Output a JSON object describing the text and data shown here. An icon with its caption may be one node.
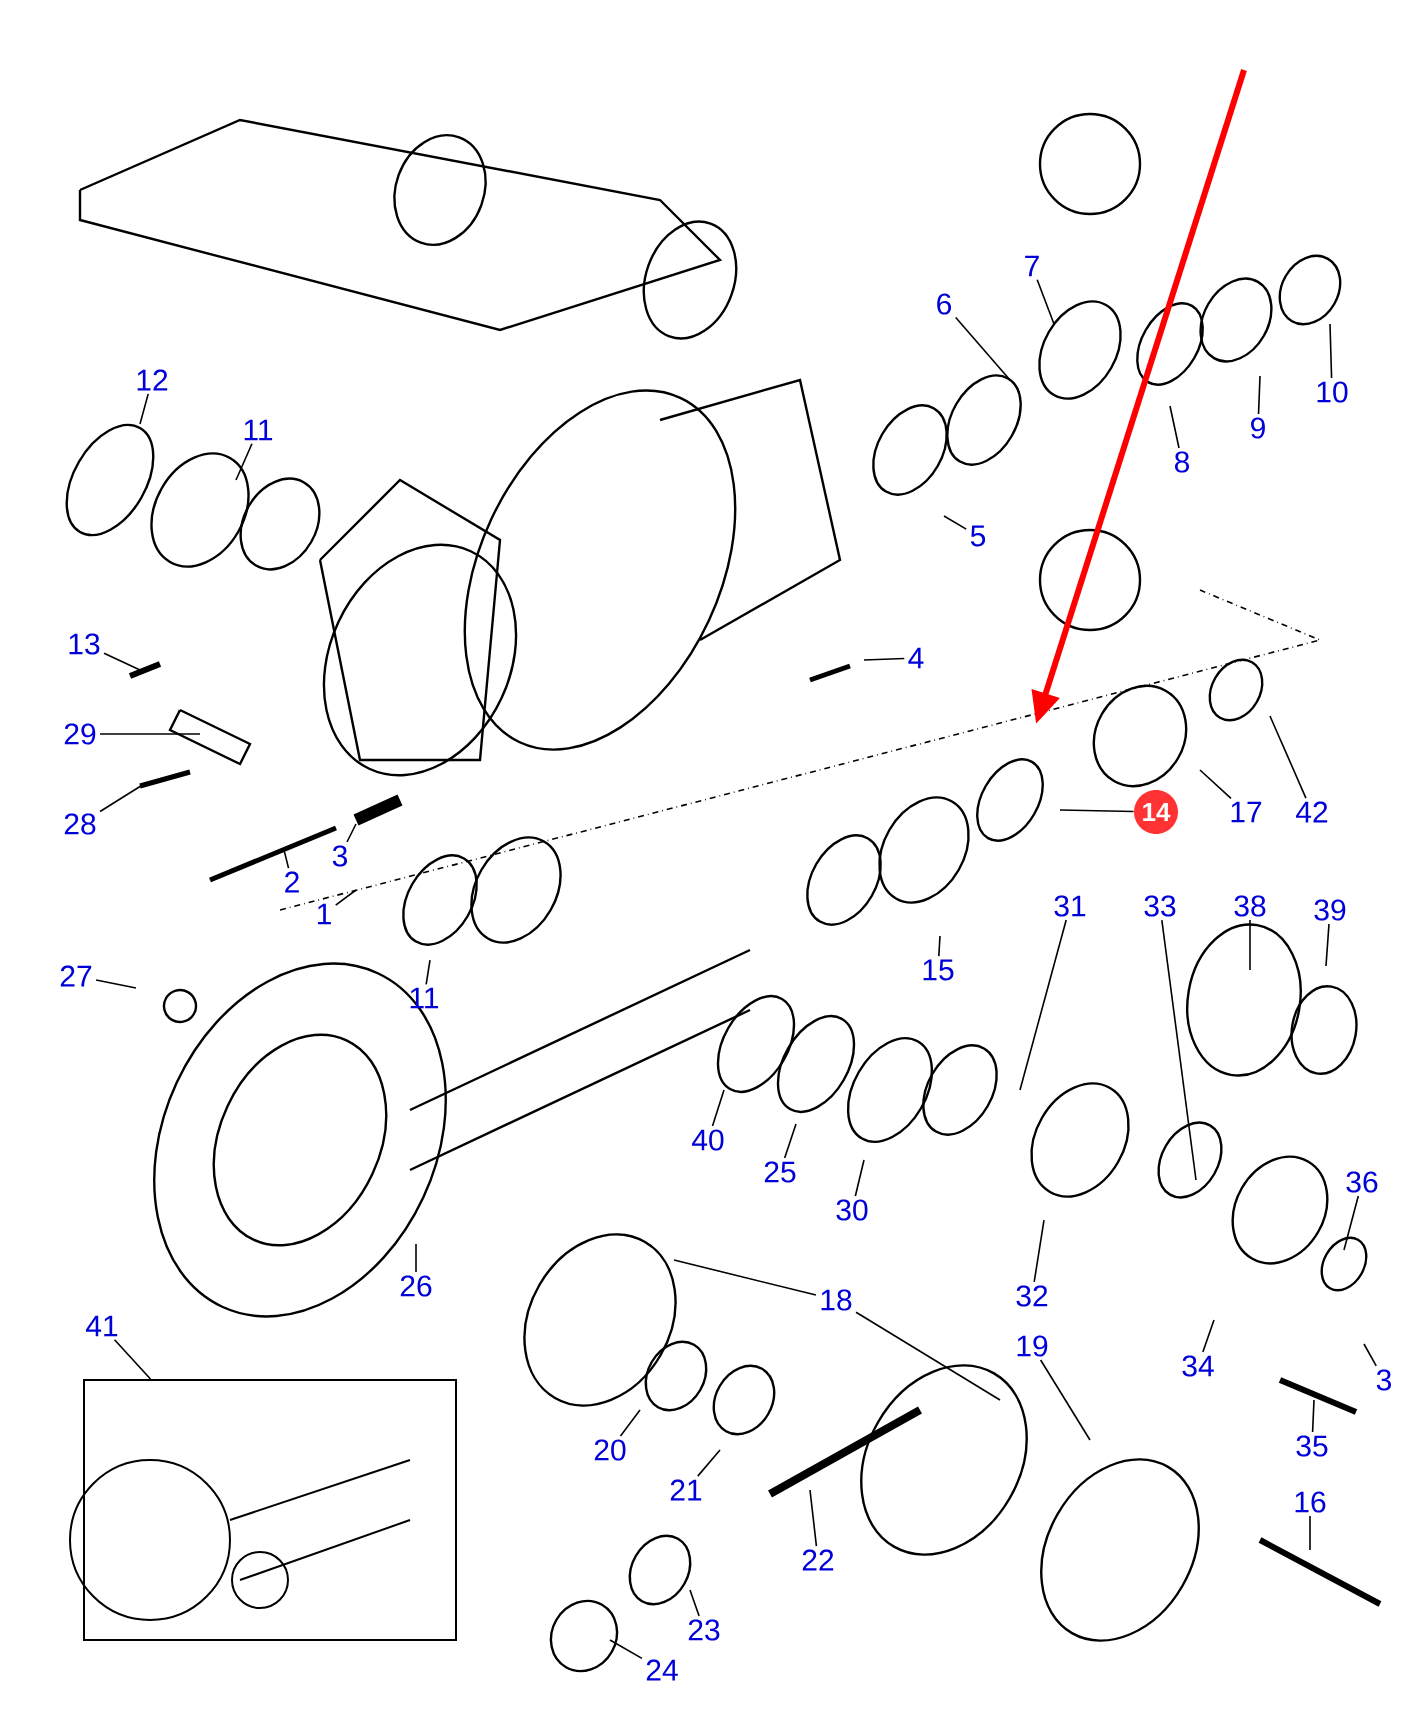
{
  "diagram": {
    "nodes": [
      {
        "text": [
          "12"
        ]
      },
      {
        "text": [
          "11"
        ]
      },
      {
        "text": [
          "13"
        ]
      },
      {
        "text": [
          "29"
        ]
      },
      {
        "text": [
          "28"
        ]
      },
      {
        "text": [
          "2"
        ]
      },
      {
        "text": [
          "3"
        ]
      },
      {
        "text": [
          "1"
        ]
      },
      {
        "text": [
          "4"
        ]
      },
      {
        "text": [
          "6"
        ]
      },
      {
        "text": [
          "7"
        ]
      },
      {
        "text": [
          "8"
        ]
      },
      {
        "text": [
          "9"
        ]
      },
      {
        "text": [
          "10"
        ]
      },
      {
        "text": [
          "5"
        ]
      },
      {
        "text": [
          "14"
        ]
      },
      {
        "text": [
          "17"
        ]
      },
      {
        "text": [
          "42"
        ]
      },
      {
        "text": [
          "11"
        ]
      },
      {
        "text": [
          "15"
        ]
      },
      {
        "text": [
          "27"
        ]
      },
      {
        "text": [
          "31"
        ]
      },
      {
        "text": [
          "33"
        ]
      },
      {
        "text": [
          "38"
        ]
      },
      {
        "text": [
          "39"
        ]
      },
      {
        "text": [
          "40"
        ]
      },
      {
        "text": [
          "25"
        ]
      },
      {
        "text": [
          "30"
        ]
      },
      {
        "text": [
          "26"
        ]
      },
      {
        "text": [
          "32"
        ]
      },
      {
        "text": [
          "36"
        ]
      },
      {
        "text": [
          "34"
        ]
      },
      {
        "text": [
          "3"
        ]
      },
      {
        "text": [
          "18"
        ]
      },
      {
        "text": [
          "19"
        ]
      },
      {
        "text": [
          "20"
        ]
      },
      {
        "text": [
          "21"
        ]
      },
      {
        "text": [
          "22"
        ]
      },
      {
        "text": [
          "35"
        ]
      },
      {
        "text": [
          "16"
        ]
      },
      {
        "text": [
          "41"
        ]
      },
      {
        "text": [],
        "shape": "picture"
      },
      {
        "text": [
          "23"
        ]
      },
      {
        "text": [
          "24"
        ]
      }
    ],
    "edges": [
      {
        "from": 0,
        "to": null,
        "arrow": "none"
      },
      {
        "from": 1,
        "to": null,
        "arrow": "none"
      },
      {
        "from": 2,
        "to": null,
        "arrow": "none"
      },
      {
        "from": 3,
        "to": null,
        "arrow": "none"
      },
      {
        "from": 4,
        "to": null,
        "arrow": "none"
      },
      {
        "from": 5,
        "to": null,
        "arrow": "none"
      },
      {
        "from": 6,
        "to": null,
        "arrow": "none"
      },
      {
        "from": 7,
        "to": null,
        "arrow": "none"
      },
      {
        "from": 8,
        "to": null,
        "arrow": "none"
      },
      {
        "from": 9,
        "to": null,
        "arrow": "none"
      },
      {
        "from": 10,
        "to": null,
        "arrow": "none"
      },
      {
        "from": 11,
        "to": null,
        "arrow": "none"
      },
      {
        "from": 12,
        "to": null,
        "arrow": "none"
      },
      {
        "from": 13,
        "to": null,
        "arrow": "none"
      },
      {
        "from": 14,
        "to": null,
        "arrow": "none"
      },
      {
        "from": 15,
        "to": null,
        "arrow": "none"
      },
      {
        "from": 16,
        "to": null,
        "arrow": "none"
      },
      {
        "from": 17,
        "to": null,
        "arrow": "none"
      },
      {
        "from": 18,
        "to": null,
        "arrow": "none"
      },
      {
        "from": 19,
        "to": null,
        "arrow": "none"
      },
      {
        "from": 20,
        "to": null,
        "arrow": "none"
      },
      {
        "from": 21,
        "to": null,
        "arrow": "none"
      },
      {
        "from": 22,
        "to": null,
        "arrow": "none"
      },
      {
        "from": 23,
        "to": null,
        "arrow": "none"
      },
      {
        "from": 24,
        "to": null,
        "arrow": "none"
      },
      {
        "from": 25,
        "to": null,
        "arrow": "none"
      },
      {
        "from": 26,
        "to": null,
        "arrow": "none"
      },
      {
        "from": 27,
        "to": null,
        "arrow": "none"
      },
      {
        "from": 28,
        "to": null,
        "arrow": "none"
      },
      {
        "from": 29,
        "to": null,
        "arrow": "none"
      },
      {
        "from": 30,
        "to": null,
        "arrow": "none"
      },
      {
        "from": 31,
        "to": null,
        "arrow": "none"
      },
      {
        "from": 32,
        "to": null,
        "arrow": "none"
      },
      {
        "from": 33,
        "to": null,
        "arrow": "none"
      },
      {
        "from": 33,
        "to": null,
        "arrow": "none"
      },
      {
        "from": 34,
        "to": null,
        "arrow": "none"
      },
      {
        "from": 35,
        "to": null,
        "arrow": "none"
      },
      {
        "from": 36,
        "to": null,
        "arrow": "none"
      },
      {
        "from": 37,
        "to": null,
        "arrow": "none"
      },
      {
        "from": 38,
        "to": null,
        "arrow": "none"
      },
      {
        "from": 39,
        "to": null,
        "arrow": "none"
      },
      {
        "from": 40,
        "to": 41,
        "arrow": "none"
      },
      {
        "from": 42,
        "to": null,
        "arrow": "none"
      },
      {
        "from": 43,
        "to": null,
        "arrow": "none"
      }
    ]
  }
}
